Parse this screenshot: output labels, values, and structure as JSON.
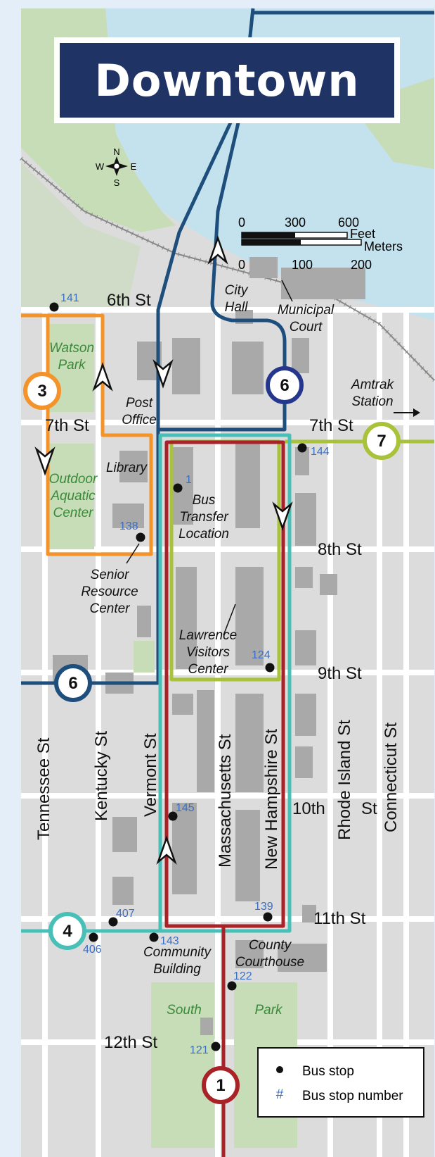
{
  "title": "Downtown",
  "compass": {
    "n": "N",
    "s": "S",
    "e": "E",
    "w": "W"
  },
  "scale": {
    "feet_ticks": [
      "0",
      "300",
      "600"
    ],
    "feet_label": "Feet",
    "meters_ticks": [
      "0",
      "100",
      "200"
    ],
    "meters_label": "Meters"
  },
  "streets": {
    "st6": "6th St",
    "st7w": "7th St",
    "st7e": "7th St",
    "st8": "8th St",
    "st9": "9th St",
    "st10": "10th",
    "st10b": "St",
    "st11": "11th St",
    "st12": "12th St",
    "tennessee": "Tennessee St",
    "kentucky": "Kentucky St",
    "vermont": "Vermont St",
    "massachusetts": "Massachusetts St",
    "new_hampshire": "New Hampshire St",
    "rhode_island": "Rhode Island St",
    "connecticut": "Connecticut St"
  },
  "places": {
    "city_hall": [
      "City",
      "Hall"
    ],
    "municipal_court": [
      "Municipal",
      "Court"
    ],
    "amtrak": [
      "Amtrak",
      "Station"
    ],
    "post_office": [
      "Post",
      "Office"
    ],
    "library": [
      "Library"
    ],
    "bus_transfer": [
      "Bus",
      "Transfer",
      "Location"
    ],
    "senior_center": [
      "Senior",
      "Resource",
      "Center"
    ],
    "visitors_center": [
      "Lawrence",
      "Visitors",
      "Center"
    ],
    "county_courthouse": [
      "County",
      "Courthouse"
    ],
    "community_building": [
      "Community",
      "Building"
    ],
    "watson_park": [
      "Watson",
      "Park"
    ],
    "aquatic_center": [
      "Outdoor",
      "Aquatic",
      "Center"
    ],
    "south_park_a": "South",
    "south_park_b": "Park"
  },
  "routes": [
    {
      "id": "r1",
      "number": "1",
      "color": "#a82228"
    },
    {
      "id": "r3",
      "number": "3",
      "color": "#f4932a"
    },
    {
      "id": "r4",
      "number": "4",
      "color": "#48c0b8"
    },
    {
      "id": "r6a",
      "number": "6",
      "color": "#1e4e7c"
    },
    {
      "id": "r6b",
      "number": "6",
      "color": "#1e4e7c"
    },
    {
      "id": "r7",
      "number": "7",
      "color": "#a8c23a"
    }
  ],
  "stops": {
    "s141": "141",
    "s1": "1",
    "s144": "144",
    "s138": "138",
    "s124": "124",
    "s145": "145",
    "s139": "139",
    "s407": "407",
    "s406": "406",
    "s143": "143",
    "s122": "122",
    "s121": "121"
  },
  "legend": {
    "stop": "Bus stop",
    "number_symbol": "#",
    "number": "Bus stop number"
  },
  "colors": {
    "water": "#c4e2ee",
    "land": "#dcdcdc",
    "park": "#c7ddb7",
    "building": "#a9a9a9",
    "route1": "#a82228",
    "route3": "#f4932a",
    "route4": "#48c0b8",
    "route6": "#1e4e7c",
    "route7": "#a8c23a",
    "title_bg": "#1f3465"
  }
}
